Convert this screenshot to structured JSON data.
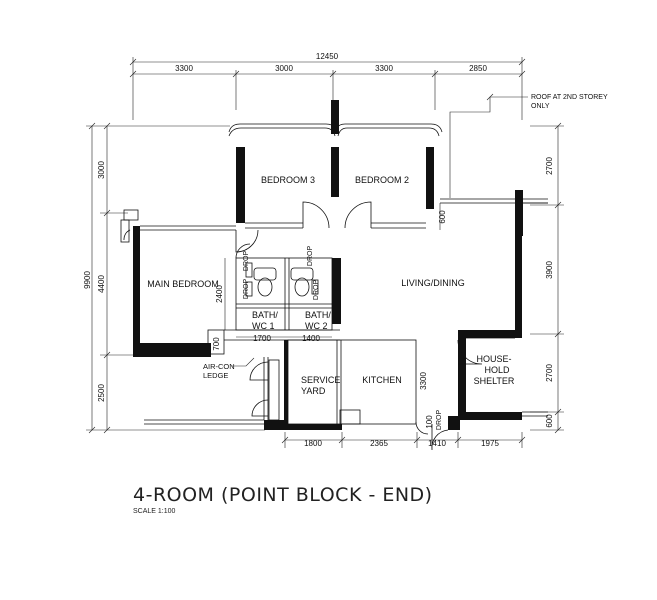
{
  "dimensions": {
    "overall_width": "12450",
    "top": [
      "3300",
      "3000",
      "3300",
      "2850"
    ],
    "left_total": "9900",
    "left": [
      "3000",
      "4400",
      "2500"
    ],
    "right": [
      "2700",
      "3900",
      "2700",
      "600"
    ],
    "bottom": [
      "1800",
      "2365",
      "1410",
      "1975"
    ],
    "inner": {
      "bedroom_side": "600",
      "bath_height": "2400",
      "bath1_width": "1700",
      "bath2_width": "1400",
      "ledge": "700",
      "kitchen_depth": "3300",
      "drop_depth": "100"
    }
  },
  "rooms": {
    "bedroom3": "BEDROOM 3",
    "bedroom2": "BEDROOM 2",
    "main_bedroom": "MAIN BEDROOM",
    "living_dining": "LIVING/DINING",
    "bath1": [
      "BATH/",
      "WC 1"
    ],
    "bath2": [
      "BATH/",
      "WC 2"
    ],
    "service_yard": [
      "SERVICE",
      "YARD"
    ],
    "kitchen": "KITCHEN",
    "shelter": [
      "HOUSE-",
      "HOLD",
      "SHELTER"
    ],
    "aircon_ledge": [
      "AIR-CON",
      "LEDGE"
    ]
  },
  "annotations": {
    "roof_note": [
      "ROOF AT 2ND STOREY",
      "ONLY"
    ],
    "drop": "DROP"
  },
  "title": {
    "main": "4-ROOM (POINT BLOCK - END)",
    "scale": "SCALE  1:100"
  }
}
